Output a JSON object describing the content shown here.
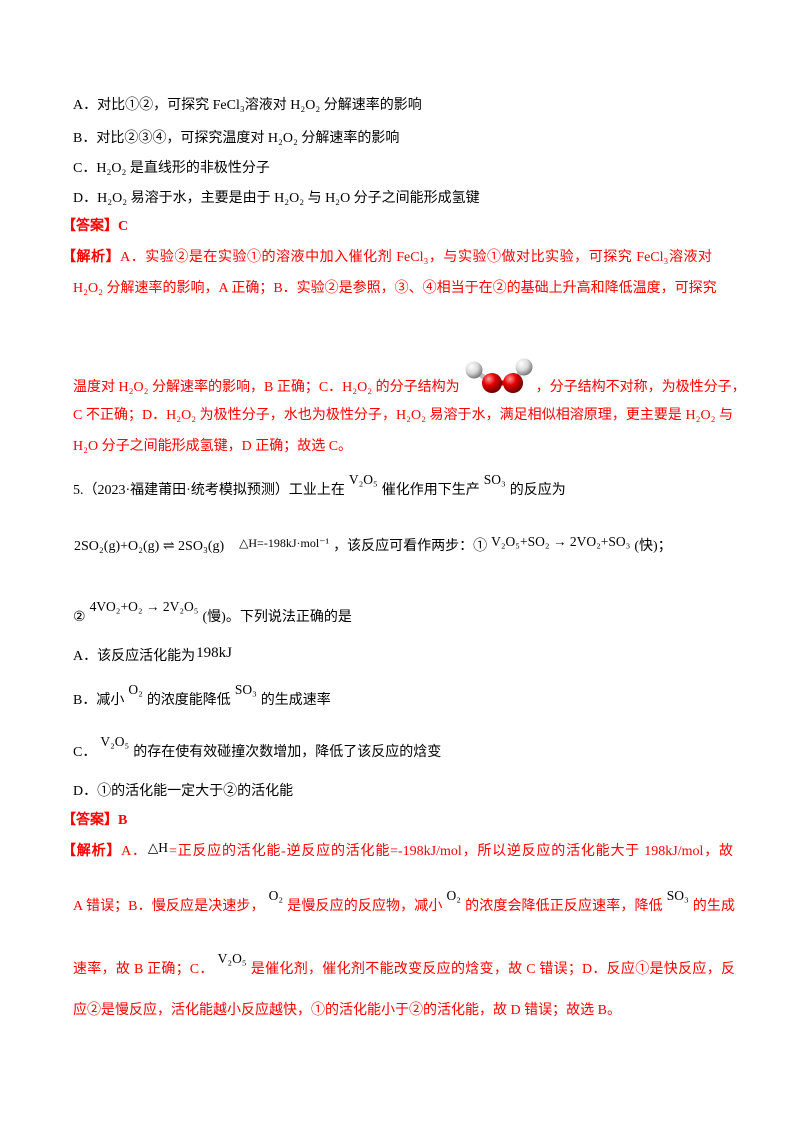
{
  "colors": {
    "text": "#000000",
    "highlight": "#ff0000"
  },
  "question4": {
    "options": [
      "A．对比①②，可探究 FeCl₃溶液对 H₂O₂ 分解速率的影响",
      "B．对比②③④，可探究温度对 H₂O₂ 分解速率的影响",
      "C．H₂O₂ 是直线形的非极性分子",
      "D．H₂O₂ 易溶于水，主要是由于 H₂O₂ 与 H₂O 分子之间能形成氢键"
    ],
    "answer_label": "【答案】",
    "answer": "C",
    "analysis_label": "【解析】",
    "analysis": {
      "line1": "A．实验②是在实验①的溶液中加入催化剂 FeCl₃，与实验①做对比实验，可探究 FeCl₃溶液对",
      "line2": "H₂O₂ 分解速率的影响，A 正确；B．实验②是参照，③、④相当于在②的基础上升高和降低温度，可探究",
      "line3_before_image": "温度对 H₂O₂ 分解速率的影响，B 正确；C．H₂O₂ 的分子结构为",
      "line3_after_image": "，分子结构不对称，为极性分子，",
      "line4": "C 不正确；D．H₂O₂ 为极性分子，水也为极性分子，H₂O₂ 易溶于水，满足相似相溶原理，更主要是 H₂O₂ 与",
      "line5": "H₂O 分子之间能形成氢键，D 正确；故选 C。"
    },
    "molecule_image": "h2o2-ball-and-stick-model"
  },
  "question5": {
    "stem": {
      "number_and_source": "5.（2023·福建莆田·统考模拟预测）工业上在",
      "catalyst": "V₂O₅",
      "middle": "催化作用下生产",
      "product": "SO₃",
      "end": "的反应为"
    },
    "equation_line": {
      "equation": "2SO₂(g)+O₂(g) ⇌ 2SO₃(g)",
      "enthalpy": "△H=-198kJ·mol⁻¹",
      "text": "，该反应可看作两步：①",
      "step1": "V₂O₅+SO₂ → 2VO₂+SO₃",
      "step1_rate": "(快)；"
    },
    "step2_line": {
      "marker": "②",
      "step2": "4VO₂+O₂ → 2V₂O₅",
      "tail": "(慢)。下列说法正确的是"
    },
    "options": {
      "A": {
        "text": "A．该反应活化能为",
        "value": "198kJ"
      },
      "B": {
        "p1": "B．减小",
        "f1": "O₂",
        "p2": "的浓度能降低",
        "f2": "SO₃",
        "p3": "的生成速率"
      },
      "C": {
        "p1": "C．",
        "f1": "V₂O₅",
        "p2": "的存在使有效碰撞次数增加，降低了该反应的焓变"
      },
      "D": "D．①的活化能一定大于②的活化能"
    },
    "answer_label": "【答案】",
    "answer": "B",
    "analysis_label": "【解析】",
    "analysis": {
      "line1": {
        "p1": "A．",
        "f1": "△H",
        "p2": "=正反应的活化能-逆反应的活化能=-198kJ/mol，所以逆反应的活化能大于 198kJ/mol，故"
      },
      "line2": {
        "p1": "A 错误；B．慢反应是决速步，",
        "f1": "O₂",
        "p2": "是慢反应的反应物，减小",
        "f2": "O₂",
        "p3": "的浓度会降低正反应速率，降低",
        "f3": "SO₃",
        "p4": "的生成"
      },
      "line3": {
        "p1": "速率，故 B 正确；C．",
        "f1": "V₂O₅",
        "p2": "是催化剂，催化剂不能改变反应的焓变，故 C 错误；D．反应①是快反应，反"
      },
      "line4": "应②是慢反应，活化能越小反应越快，①的活化能小于②的活化能，故 D 错误；故选 B。"
    }
  }
}
